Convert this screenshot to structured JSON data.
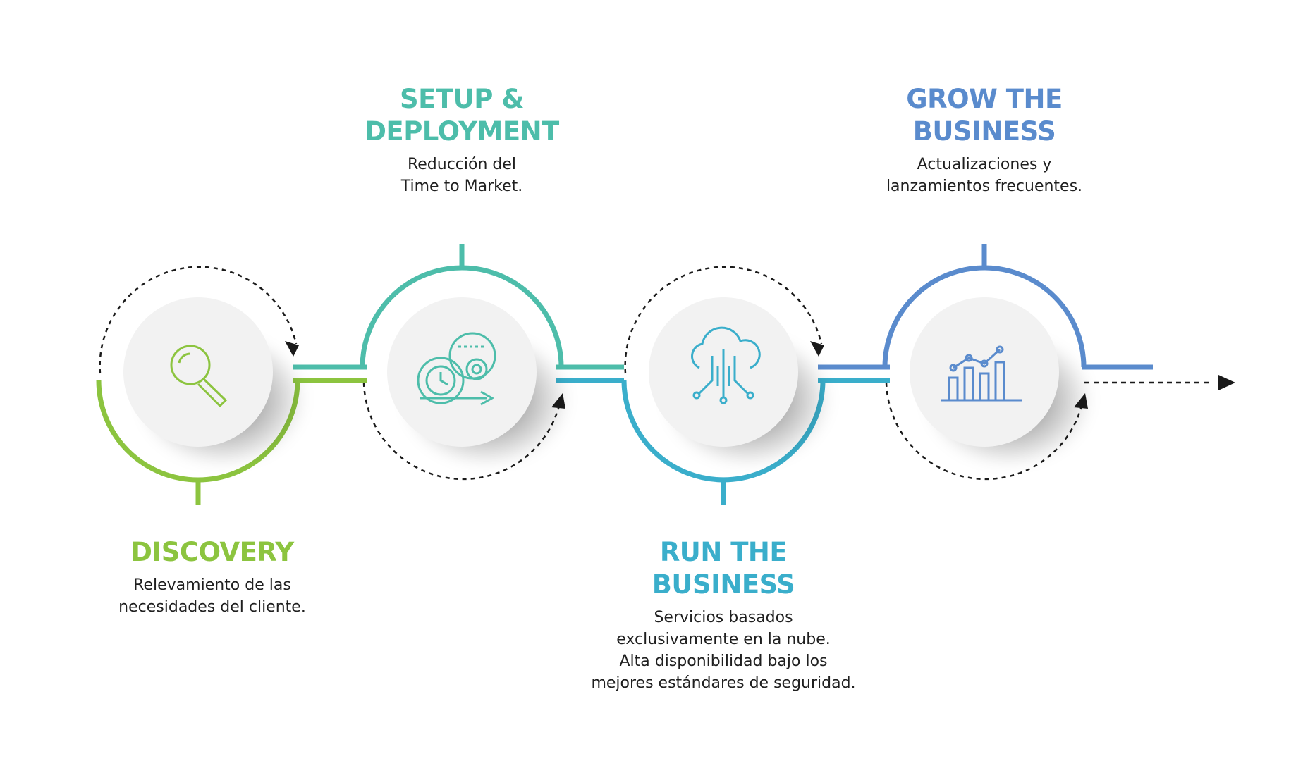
{
  "colors": {
    "discovery": "#8cc43f",
    "setup": "#4dbdaa",
    "run": "#3aaecb",
    "grow": "#5a8bcd",
    "arrow": "#1a1a1a",
    "text": "#1f1f1f"
  },
  "steps": [
    {
      "id": "discovery",
      "title": [
        "DISCOVERY"
      ],
      "description": [
        "Relevamiento de las",
        "necesidades del cliente."
      ],
      "icon": "magnifier-icon"
    },
    {
      "id": "setup",
      "title": [
        "SETUP &",
        "DEPLOYMENT"
      ],
      "description": [
        "Reducción del",
        "Time to Market."
      ],
      "icon": "clock-gears-icon"
    },
    {
      "id": "run",
      "title": [
        "RUN THE",
        "BUSINESS"
      ],
      "description": [
        "Servicios basados",
        "exclusivamente en la nube.",
        "Alta disponibilidad bajo los",
        "mejores estándares de seguridad."
      ],
      "icon": "cloud-network-icon"
    },
    {
      "id": "grow",
      "title": [
        "GROW THE",
        "BUSINESS"
      ],
      "description": [
        "Actualizaciones y",
        "lanzamientos frecuentes."
      ],
      "icon": "growth-chart-icon"
    }
  ]
}
